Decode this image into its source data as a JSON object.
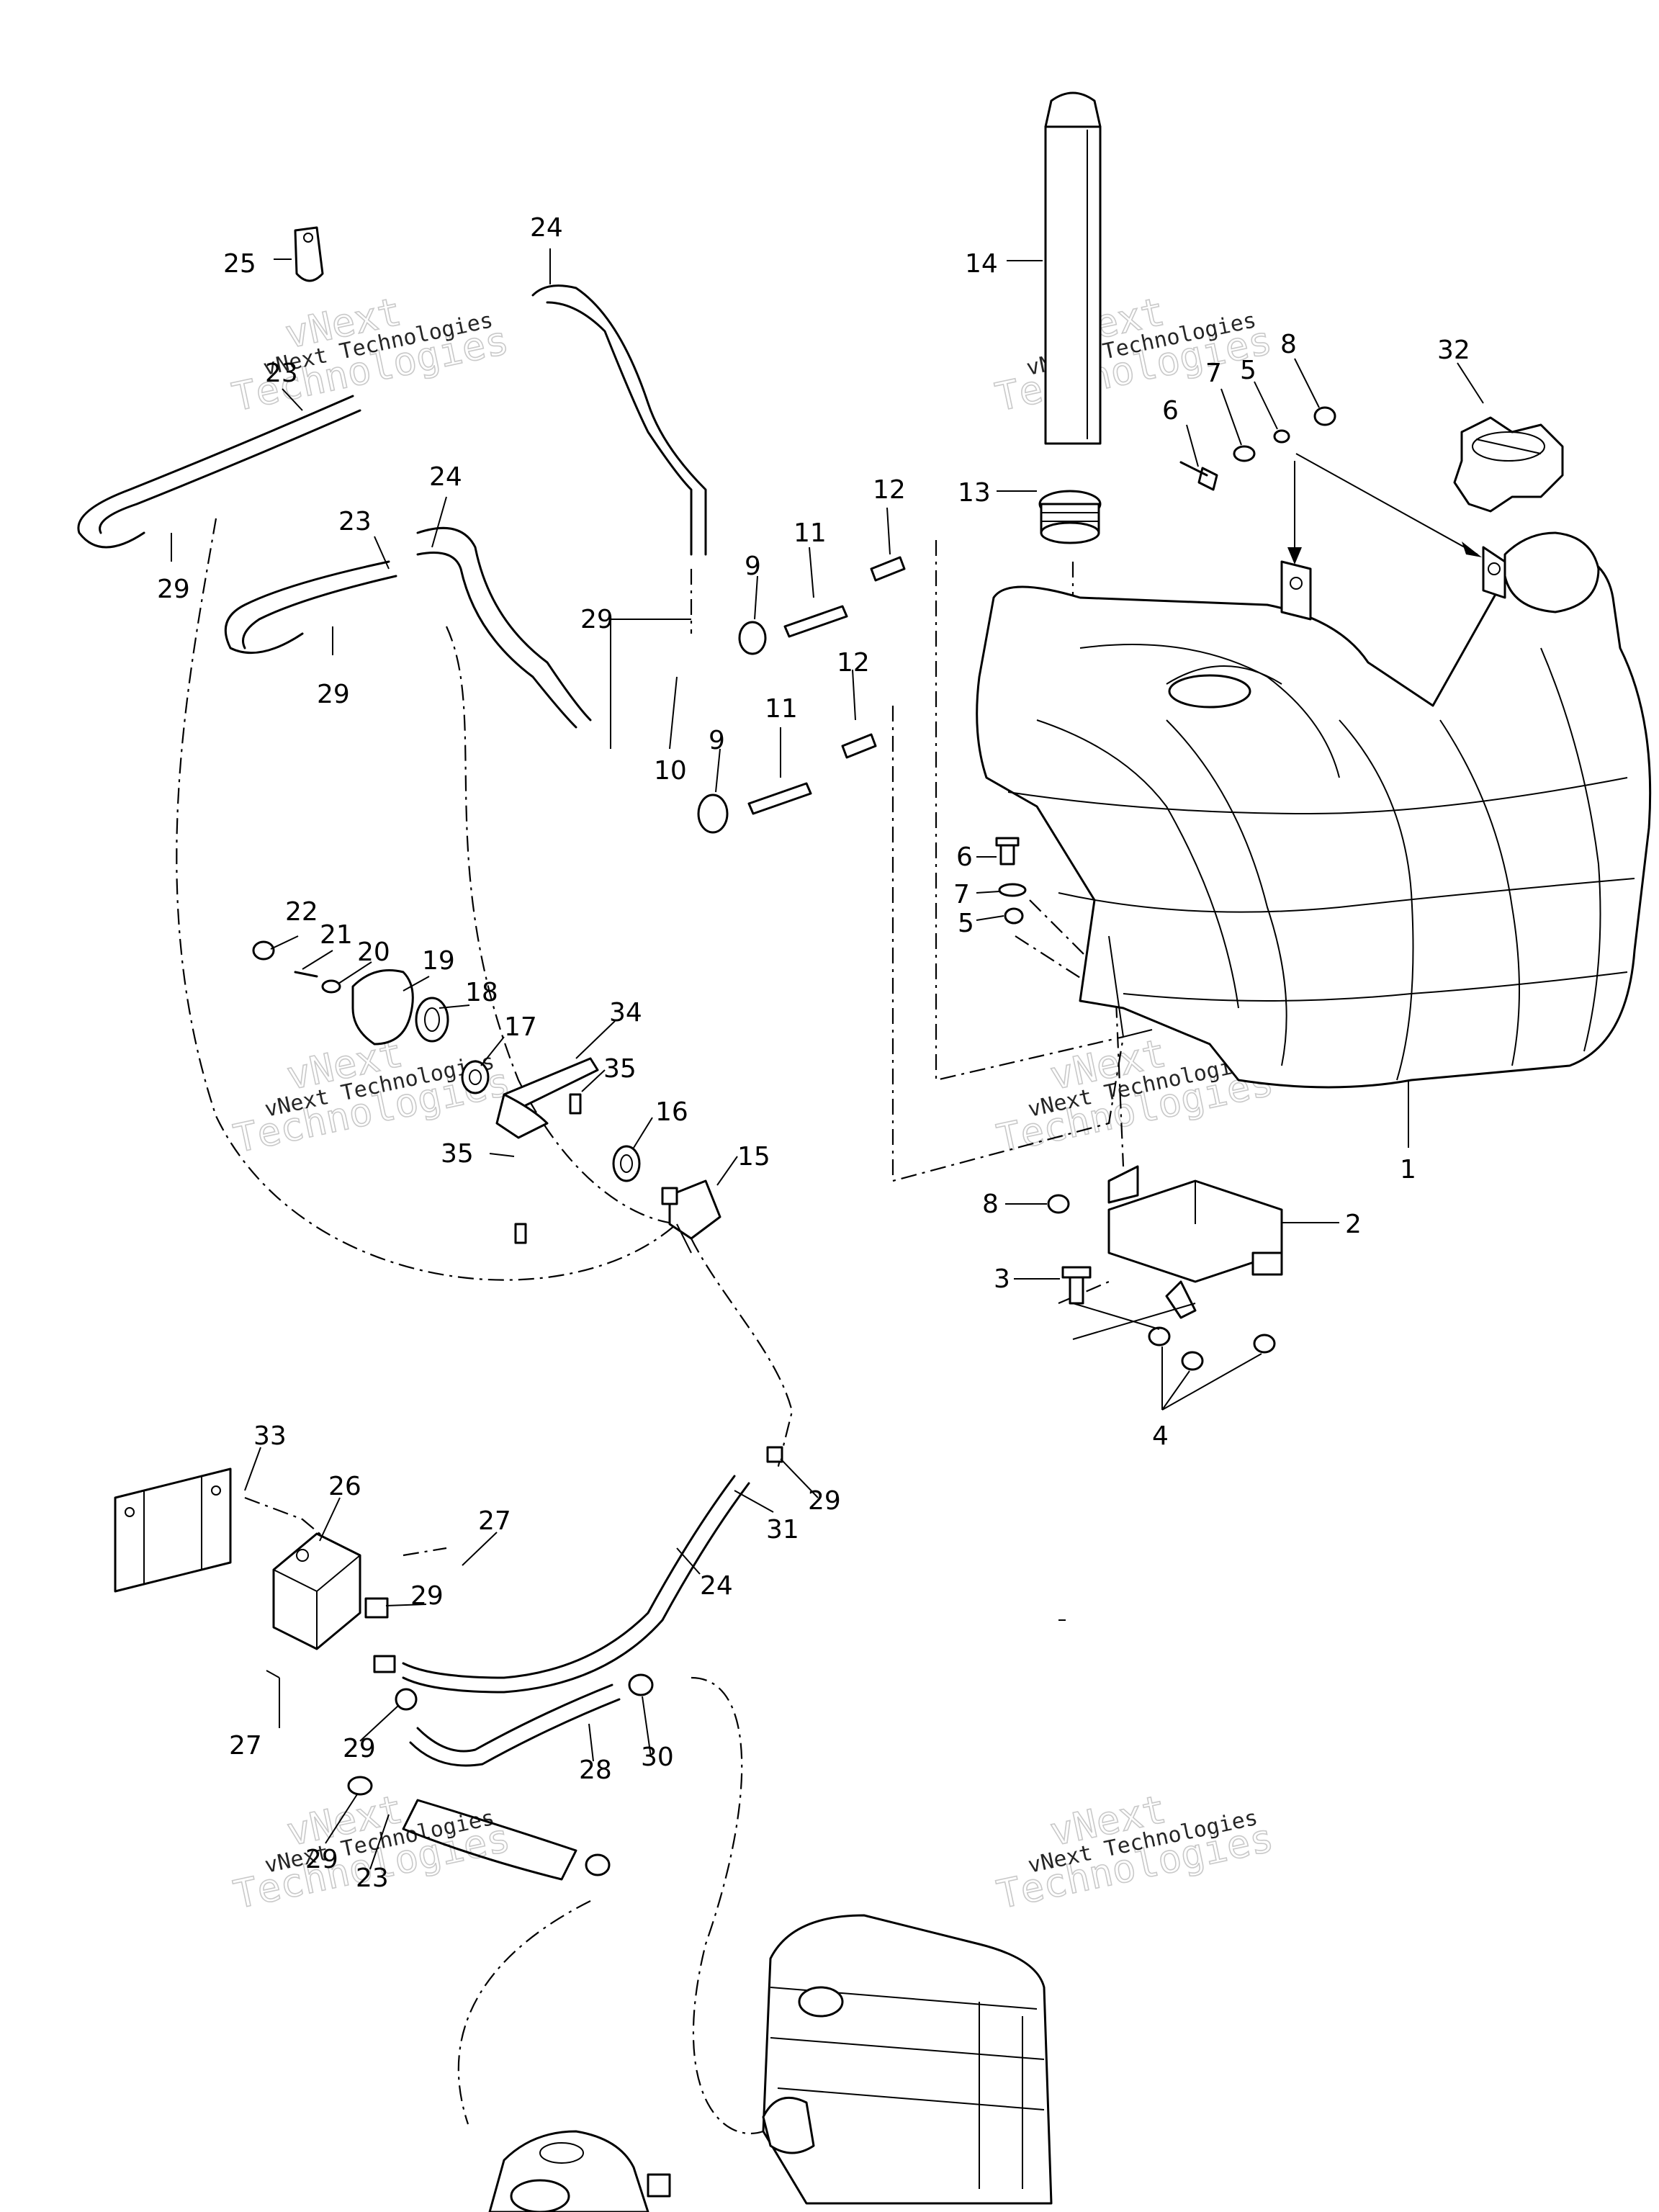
{
  "watermark": {
    "line1": "vNext Technologies",
    "big_line1": "vNext",
    "big_line2": "Technologies"
  },
  "callouts": [
    {
      "id": "c25",
      "label": "25"
    },
    {
      "id": "c24a",
      "label": "24"
    },
    {
      "id": "c23a",
      "label": "23"
    },
    {
      "id": "c29a",
      "label": "29"
    },
    {
      "id": "c24b",
      "label": "24"
    },
    {
      "id": "c23b",
      "label": "23"
    },
    {
      "id": "c29b",
      "label": "29"
    },
    {
      "id": "c29c",
      "label": "29"
    },
    {
      "id": "c10",
      "label": "10"
    },
    {
      "id": "c9a",
      "label": "9"
    },
    {
      "id": "c11a",
      "label": "11"
    },
    {
      "id": "c12a",
      "label": "12"
    },
    {
      "id": "c9b",
      "label": "9"
    },
    {
      "id": "c11b",
      "label": "11"
    },
    {
      "id": "c12b",
      "label": "12"
    },
    {
      "id": "c14",
      "label": "14"
    },
    {
      "id": "c13",
      "label": "13"
    },
    {
      "id": "c6a",
      "label": "6"
    },
    {
      "id": "c7a",
      "label": "7"
    },
    {
      "id": "c5a",
      "label": "5"
    },
    {
      "id": "c8a",
      "label": "8"
    },
    {
      "id": "c32",
      "label": "32"
    },
    {
      "id": "c6b",
      "label": "6"
    },
    {
      "id": "c7b",
      "label": "7"
    },
    {
      "id": "c5b",
      "label": "5"
    },
    {
      "id": "c1",
      "label": "1"
    },
    {
      "id": "c8b",
      "label": "8"
    },
    {
      "id": "c2",
      "label": "2"
    },
    {
      "id": "c3",
      "label": "3"
    },
    {
      "id": "c4",
      "label": "4"
    },
    {
      "id": "c22",
      "label": "22"
    },
    {
      "id": "c21",
      "label": "21"
    },
    {
      "id": "c20",
      "label": "20"
    },
    {
      "id": "c19",
      "label": "19"
    },
    {
      "id": "c18",
      "label": "18"
    },
    {
      "id": "c17",
      "label": "17"
    },
    {
      "id": "c34",
      "label": "34"
    },
    {
      "id": "c35a",
      "label": "35"
    },
    {
      "id": "c35b",
      "label": "35"
    },
    {
      "id": "c16",
      "label": "16"
    },
    {
      "id": "c15",
      "label": "15"
    },
    {
      "id": "c33",
      "label": "33"
    },
    {
      "id": "c26",
      "label": "26"
    },
    {
      "id": "c27a",
      "label": "27"
    },
    {
      "id": "c29d",
      "label": "29"
    },
    {
      "id": "c27b",
      "label": "27"
    },
    {
      "id": "c29e",
      "label": "29"
    },
    {
      "id": "c31",
      "label": "31"
    },
    {
      "id": "c29f",
      "label": "29"
    },
    {
      "id": "c24c",
      "label": "24"
    },
    {
      "id": "c28",
      "label": "28"
    },
    {
      "id": "c30",
      "label": "30"
    },
    {
      "id": "c29g",
      "label": "29"
    },
    {
      "id": "c23c",
      "label": "23"
    }
  ]
}
